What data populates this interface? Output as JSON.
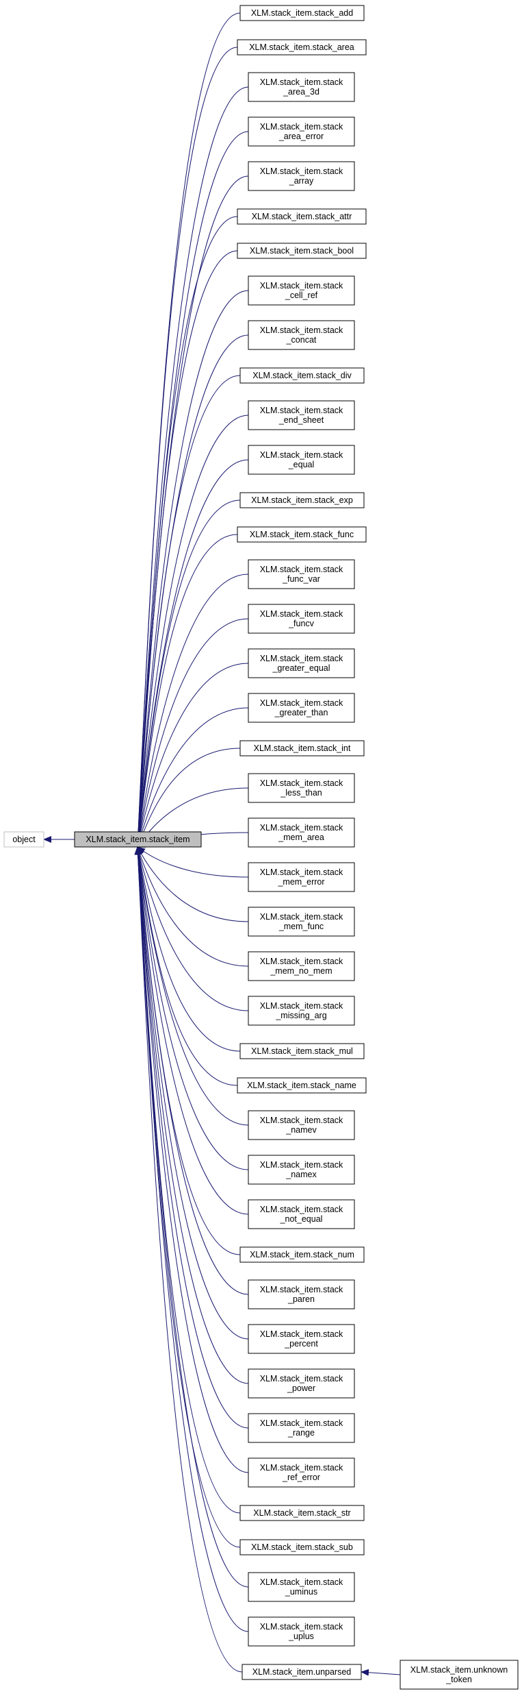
{
  "colors": {
    "edge": "#191970",
    "box_border": "#000000",
    "root_border": "#bfbfbf",
    "focus_fill": "#bfbfbf",
    "background": "#ffffff"
  },
  "root": {
    "label": [
      "object"
    ]
  },
  "focus": {
    "label": [
      "XLM.stack_item.stack_item"
    ]
  },
  "children": [
    {
      "label": [
        "XLM.stack_item.stack_add"
      ]
    },
    {
      "label": [
        "XLM.stack_item.stack_area"
      ]
    },
    {
      "label": [
        "XLM.stack_item.stack",
        "_area_3d"
      ]
    },
    {
      "label": [
        "XLM.stack_item.stack",
        "_area_error"
      ]
    },
    {
      "label": [
        "XLM.stack_item.stack",
        "_array"
      ]
    },
    {
      "label": [
        "XLM.stack_item.stack_attr"
      ]
    },
    {
      "label": [
        "XLM.stack_item.stack_bool"
      ]
    },
    {
      "label": [
        "XLM.stack_item.stack",
        "_cell_ref"
      ]
    },
    {
      "label": [
        "XLM.stack_item.stack",
        "_concat"
      ]
    },
    {
      "label": [
        "XLM.stack_item.stack_div"
      ]
    },
    {
      "label": [
        "XLM.stack_item.stack",
        "_end_sheet"
      ]
    },
    {
      "label": [
        "XLM.stack_item.stack",
        "_equal"
      ]
    },
    {
      "label": [
        "XLM.stack_item.stack_exp"
      ]
    },
    {
      "label": [
        "XLM.stack_item.stack_func"
      ]
    },
    {
      "label": [
        "XLM.stack_item.stack",
        "_func_var"
      ]
    },
    {
      "label": [
        "XLM.stack_item.stack",
        "_funcv"
      ]
    },
    {
      "label": [
        "XLM.stack_item.stack",
        "_greater_equal"
      ]
    },
    {
      "label": [
        "XLM.stack_item.stack",
        "_greater_than"
      ]
    },
    {
      "label": [
        "XLM.stack_item.stack_int"
      ]
    },
    {
      "label": [
        "XLM.stack_item.stack",
        "_less_than"
      ]
    },
    {
      "label": [
        "XLM.stack_item.stack",
        "_mem_area"
      ]
    },
    {
      "label": [
        "XLM.stack_item.stack",
        "_mem_error"
      ]
    },
    {
      "label": [
        "XLM.stack_item.stack",
        "_mem_func"
      ]
    },
    {
      "label": [
        "XLM.stack_item.stack",
        "_mem_no_mem"
      ]
    },
    {
      "label": [
        "XLM.stack_item.stack",
        "_missing_arg"
      ]
    },
    {
      "label": [
        "XLM.stack_item.stack_mul"
      ]
    },
    {
      "label": [
        "XLM.stack_item.stack_name"
      ]
    },
    {
      "label": [
        "XLM.stack_item.stack",
        "_namev"
      ]
    },
    {
      "label": [
        "XLM.stack_item.stack",
        "_namex"
      ]
    },
    {
      "label": [
        "XLM.stack_item.stack",
        "_not_equal"
      ]
    },
    {
      "label": [
        "XLM.stack_item.stack_num"
      ]
    },
    {
      "label": [
        "XLM.stack_item.stack",
        "_paren"
      ]
    },
    {
      "label": [
        "XLM.stack_item.stack",
        "_percent"
      ]
    },
    {
      "label": [
        "XLM.stack_item.stack",
        "_power"
      ]
    },
    {
      "label": [
        "XLM.stack_item.stack",
        "_range"
      ]
    },
    {
      "label": [
        "XLM.stack_item.stack",
        "_ref_error"
      ]
    },
    {
      "label": [
        "XLM.stack_item.stack_str"
      ]
    },
    {
      "label": [
        "XLM.stack_item.stack_sub"
      ]
    },
    {
      "label": [
        "XLM.stack_item.stack",
        "_uminus"
      ]
    },
    {
      "label": [
        "XLM.stack_item.stack",
        "_uplus"
      ]
    },
    {
      "label": [
        "XLM.stack_item.unparsed"
      ]
    }
  ],
  "grandchild": {
    "label": [
      "XLM.stack_item.unknown",
      "_token"
    ]
  }
}
